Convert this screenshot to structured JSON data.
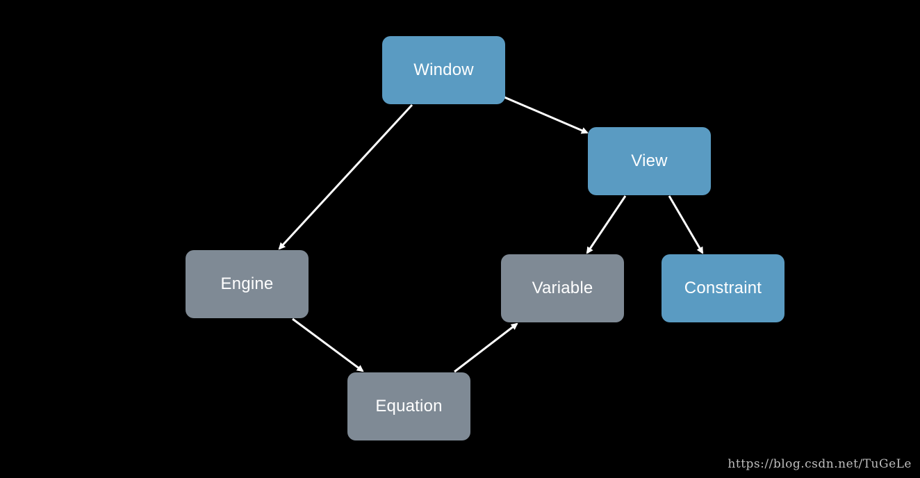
{
  "diagram": {
    "nodes": [
      {
        "id": "window",
        "label": "Window",
        "color": "#5a9bc2"
      },
      {
        "id": "view",
        "label": "View",
        "color": "#5a9bc2"
      },
      {
        "id": "engine",
        "label": "Engine",
        "color": "#7f8a95"
      },
      {
        "id": "variable",
        "label": "Variable",
        "color": "#7f8a95"
      },
      {
        "id": "constraint",
        "label": "Constraint",
        "color": "#5a9bc2"
      },
      {
        "id": "equation",
        "label": "Equation",
        "color": "#7f8a95"
      }
    ],
    "edges": [
      {
        "from": "window",
        "to": "view"
      },
      {
        "from": "window",
        "to": "engine"
      },
      {
        "from": "view",
        "to": "variable"
      },
      {
        "from": "view",
        "to": "constraint"
      },
      {
        "from": "engine",
        "to": "equation"
      },
      {
        "from": "equation",
        "to": "variable"
      }
    ],
    "colors": {
      "background": "#000000",
      "arrow": "#ffffff",
      "blue_node": "#5a9bc2",
      "gray_node": "#7f8a95"
    }
  },
  "watermark": "https://blog.csdn.net/TuGeLe"
}
